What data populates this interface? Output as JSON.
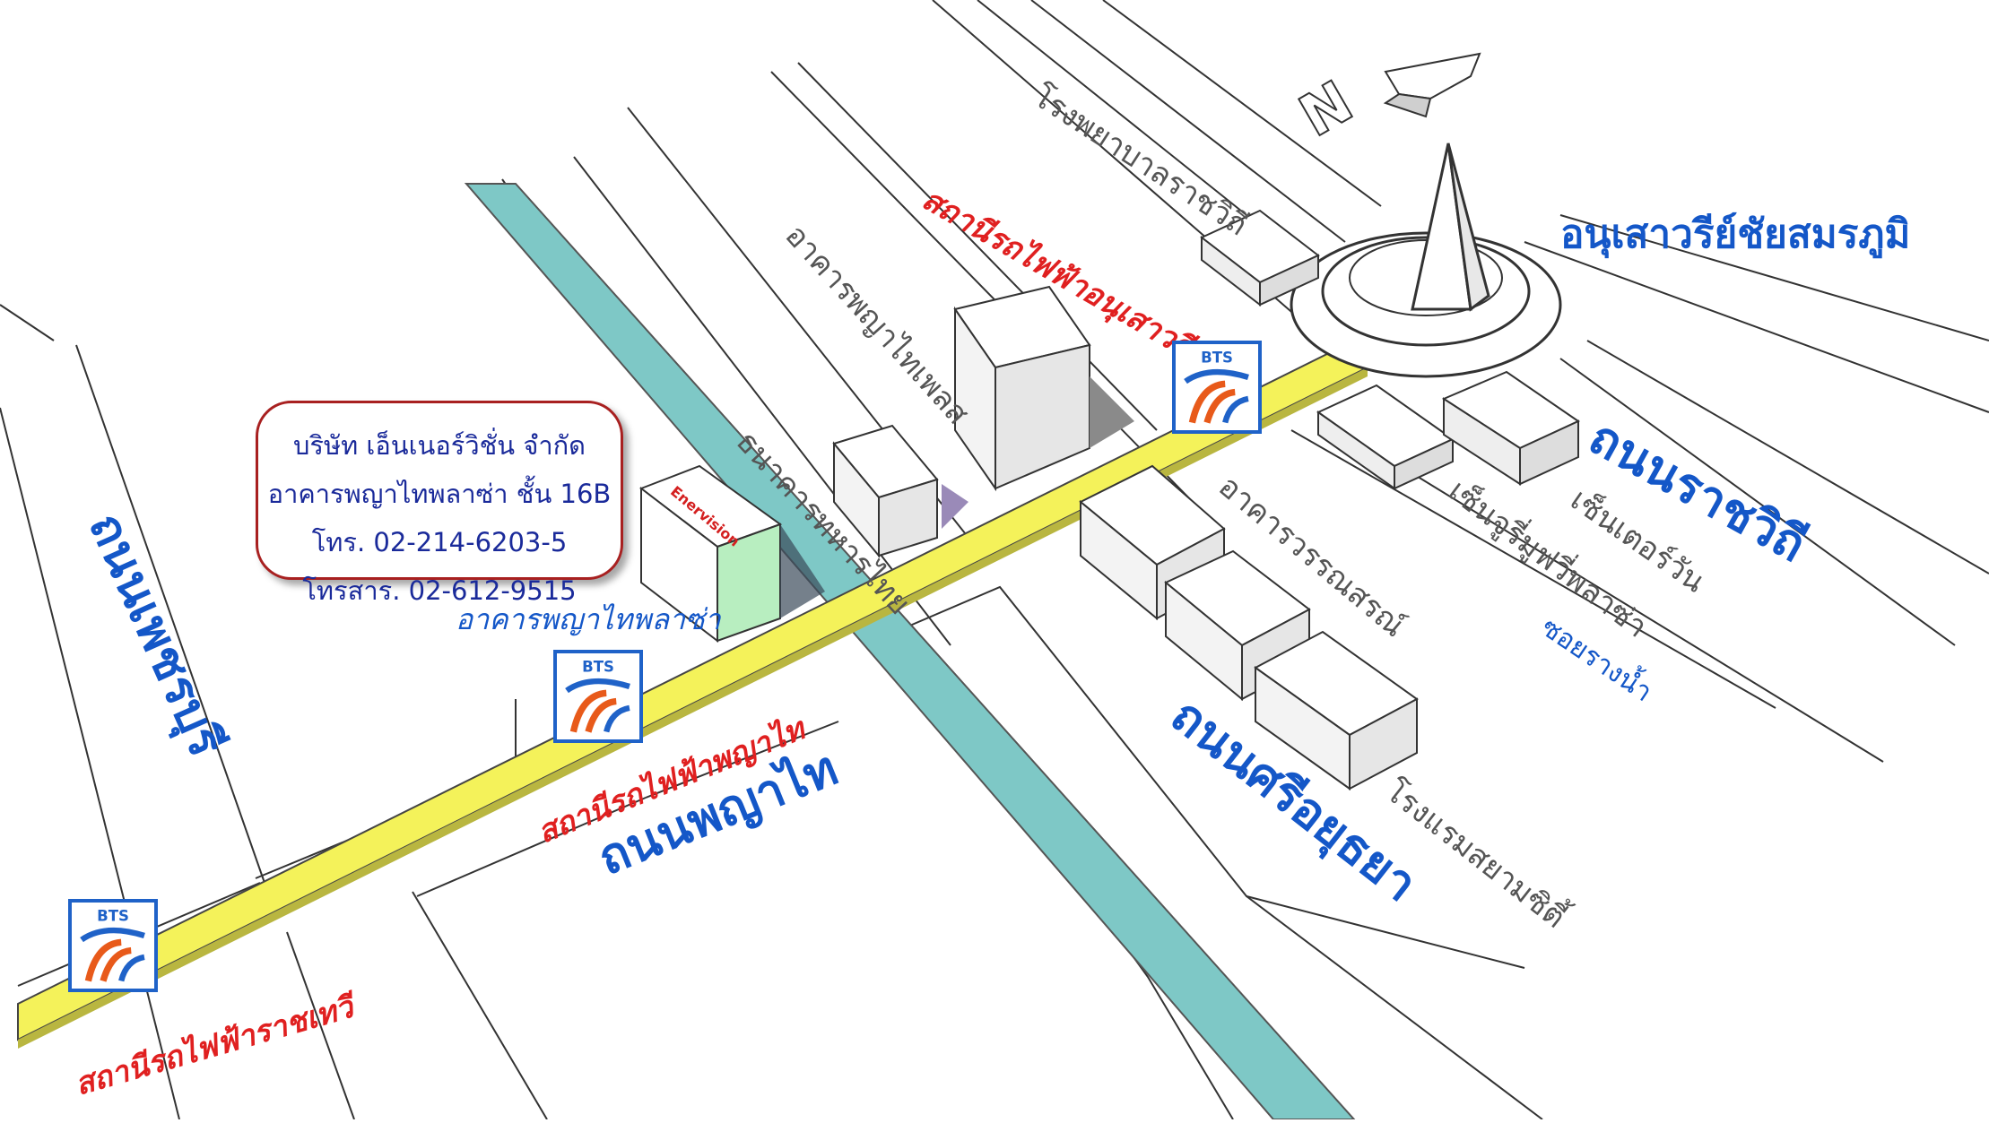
{
  "roads": {
    "ratchawithi": "ถนนราชวิถี",
    "phetchaburi": "ถนนเพชรบุรี",
    "phayathai": "ถนนพญาไท",
    "si_ayutthaya": "ถนนศรีอยุธยา",
    "soi_rang_nam": "ซอยรางน้ำ"
  },
  "landmarks": {
    "monument": "อนุเสาวรีย์ชัยสมรภูมิ",
    "hospital": "โรงพยาบาลราชวิถี",
    "phayathai_place": "อาคารพญาไทเพลส",
    "thai_military_bank": "ธนาคารทหารไทย",
    "wannasorn": "อาคารวรรณสรณ์",
    "century": "เซ็นจูรี่มูฟวี่พลาซ่า",
    "center_one": "เซ็นเตอร์วัน",
    "siam_city_hotel": "โรงแรมสยามซิตี้",
    "phayathai_plaza": "อาคารพญาไทพลาซ่า"
  },
  "stations": {
    "victory_monument": "สถานีรถไฟฟ้าอนุเสาวรีย์ชัย",
    "phayathai": "สถานีรถไฟฟ้าพญาไท",
    "ratchathewi": "สถานีรถไฟฟ้าราชเทวี"
  },
  "bts_logo_text": "BTS",
  "company": {
    "name": "บริษัท เอ็นเนอร์วิชั่น จำกัด",
    "address": "อาคารพญาไทพลาซ่า ชั้น 16B",
    "phone": "โทร. 02-214-6203-5",
    "fax": "โทรสาร. 02-612-9515",
    "logo_text": "Enervision"
  },
  "north_arrow_letter": "N",
  "colors": {
    "bts_line": "#f4f25a",
    "canal": "#7ec8c6",
    "road_label": "#1457c8",
    "station_label": "#e02020",
    "building_label": "#555555",
    "company_text": "#1a2a9a",
    "info_border": "#a82020",
    "highlight_building": "#b8eec0"
  }
}
